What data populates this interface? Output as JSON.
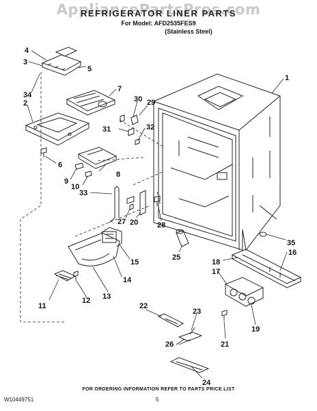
{
  "header": {
    "watermark": "AppliancePartsPros.com",
    "title": "REFRIGERATOR LINER PARTS",
    "model_line": "For Model: AFD2535FES9",
    "finish_line": "(Stainless Steel)"
  },
  "callouts": [
    "1",
    "2",
    "3",
    "4",
    "5",
    "6",
    "7",
    "8",
    "9",
    "10",
    "11",
    "12",
    "13",
    "14",
    "15",
    "16",
    "17",
    "18",
    "19",
    "20",
    "21",
    "22",
    "23",
    "24",
    "25",
    "26",
    "27",
    "28",
    "29",
    "30",
    "31",
    "32",
    "33",
    "34",
    "35"
  ],
  "footer": {
    "note": "FOR ORDERING INFORMATION REFER TO PARTS PRICE LIST",
    "doc_number": "W10449751",
    "page_number": "5"
  }
}
